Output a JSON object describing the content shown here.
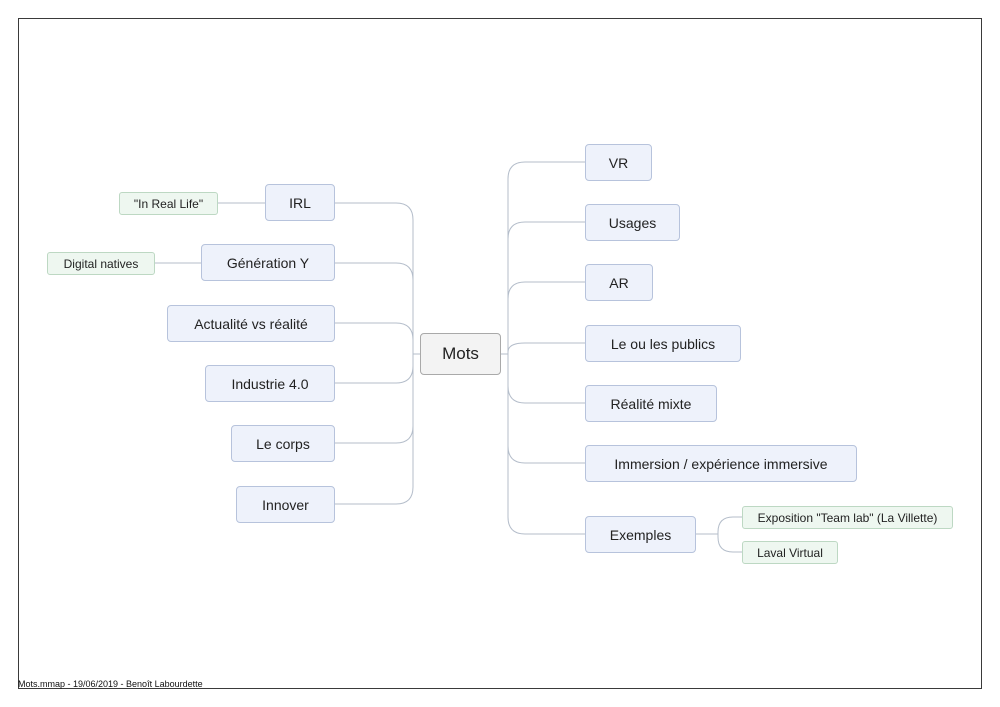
{
  "center": {
    "label": "Mots"
  },
  "left_branches": [
    {
      "label": "IRL",
      "detail": "\"In Real Life\""
    },
    {
      "label": "Génération Y",
      "detail": "Digital natives"
    },
    {
      "label": "Actualité vs réalité"
    },
    {
      "label": "Industrie 4.0"
    },
    {
      "label": "Le corps"
    },
    {
      "label": "Innover"
    }
  ],
  "right_branches": [
    {
      "label": "VR"
    },
    {
      "label": "Usages"
    },
    {
      "label": "AR"
    },
    {
      "label": "Le ou les publics"
    },
    {
      "label": "Réalité mixte"
    },
    {
      "label": "Immersion / expérience immersive"
    },
    {
      "label": "Exemples",
      "details": [
        "Exposition \"Team lab\" (La Villette)",
        "Laval Virtual"
      ]
    }
  ],
  "footer": {
    "text": "Mots.mmap - 19/06/2019 - Benoît Labourdette"
  },
  "colors": {
    "line": "#b4bdca",
    "topic_fill": "#eef2fb",
    "subtopic_fill": "#eef7f0"
  }
}
